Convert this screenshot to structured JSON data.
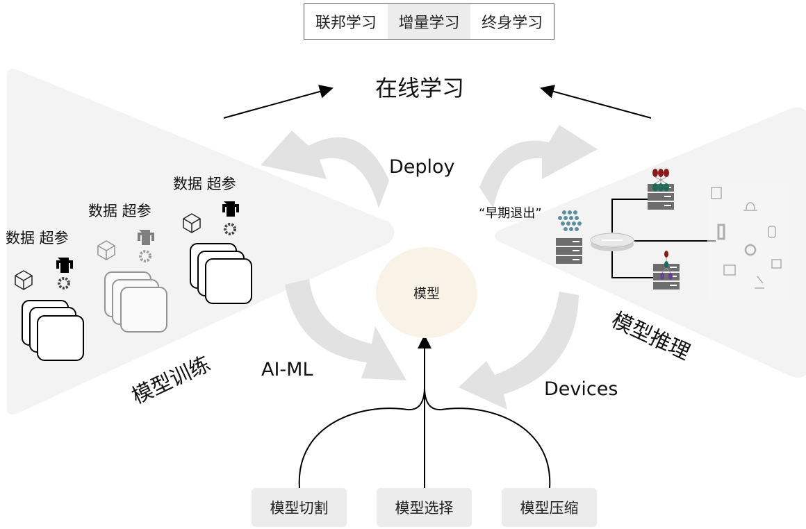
{
  "top_tabs": [
    "联邦学习",
    "增量学习",
    "终身学习"
  ],
  "online_learning": "在线学习",
  "deploy": "Deploy",
  "early_exit": "“早期退出”",
  "center_model": "模型",
  "ai_ml": "AI-ML",
  "devices": "Devices",
  "model_training": "模型训练",
  "model_inference": "模型推理",
  "stacks": [
    {
      "label": "数据 超参",
      "faded": false
    },
    {
      "label": "数据 超参",
      "faded": true
    },
    {
      "label": "数据 超参",
      "faded": false
    }
  ],
  "bottom_buttons": [
    "模型切割",
    "模型选择",
    "模型压缩"
  ]
}
